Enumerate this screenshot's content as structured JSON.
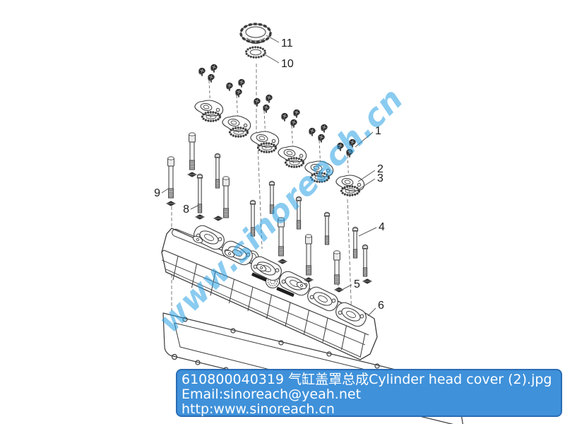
{
  "watermark": {
    "text": "www.sinoreach.cn",
    "color": "#2ba1e4"
  },
  "info_box": {
    "bg_color": "#3f91da",
    "border_color": "#2a6cb5",
    "text_color": "#ffffff",
    "line1": "610800040319 气缸盖罩总成Cylinder head cover (2).jpg",
    "line2": "Email:sinoreach@yeah.net",
    "line3": "http:www.sinoreach.cn"
  },
  "callouts": [
    {
      "label": "1"
    },
    {
      "label": "2"
    },
    {
      "label": "3"
    },
    {
      "label": "4"
    },
    {
      "label": "5"
    },
    {
      "label": "6"
    },
    {
      "label": "8"
    },
    {
      "label": "9"
    },
    {
      "label": "10"
    },
    {
      "label": "11"
    }
  ]
}
